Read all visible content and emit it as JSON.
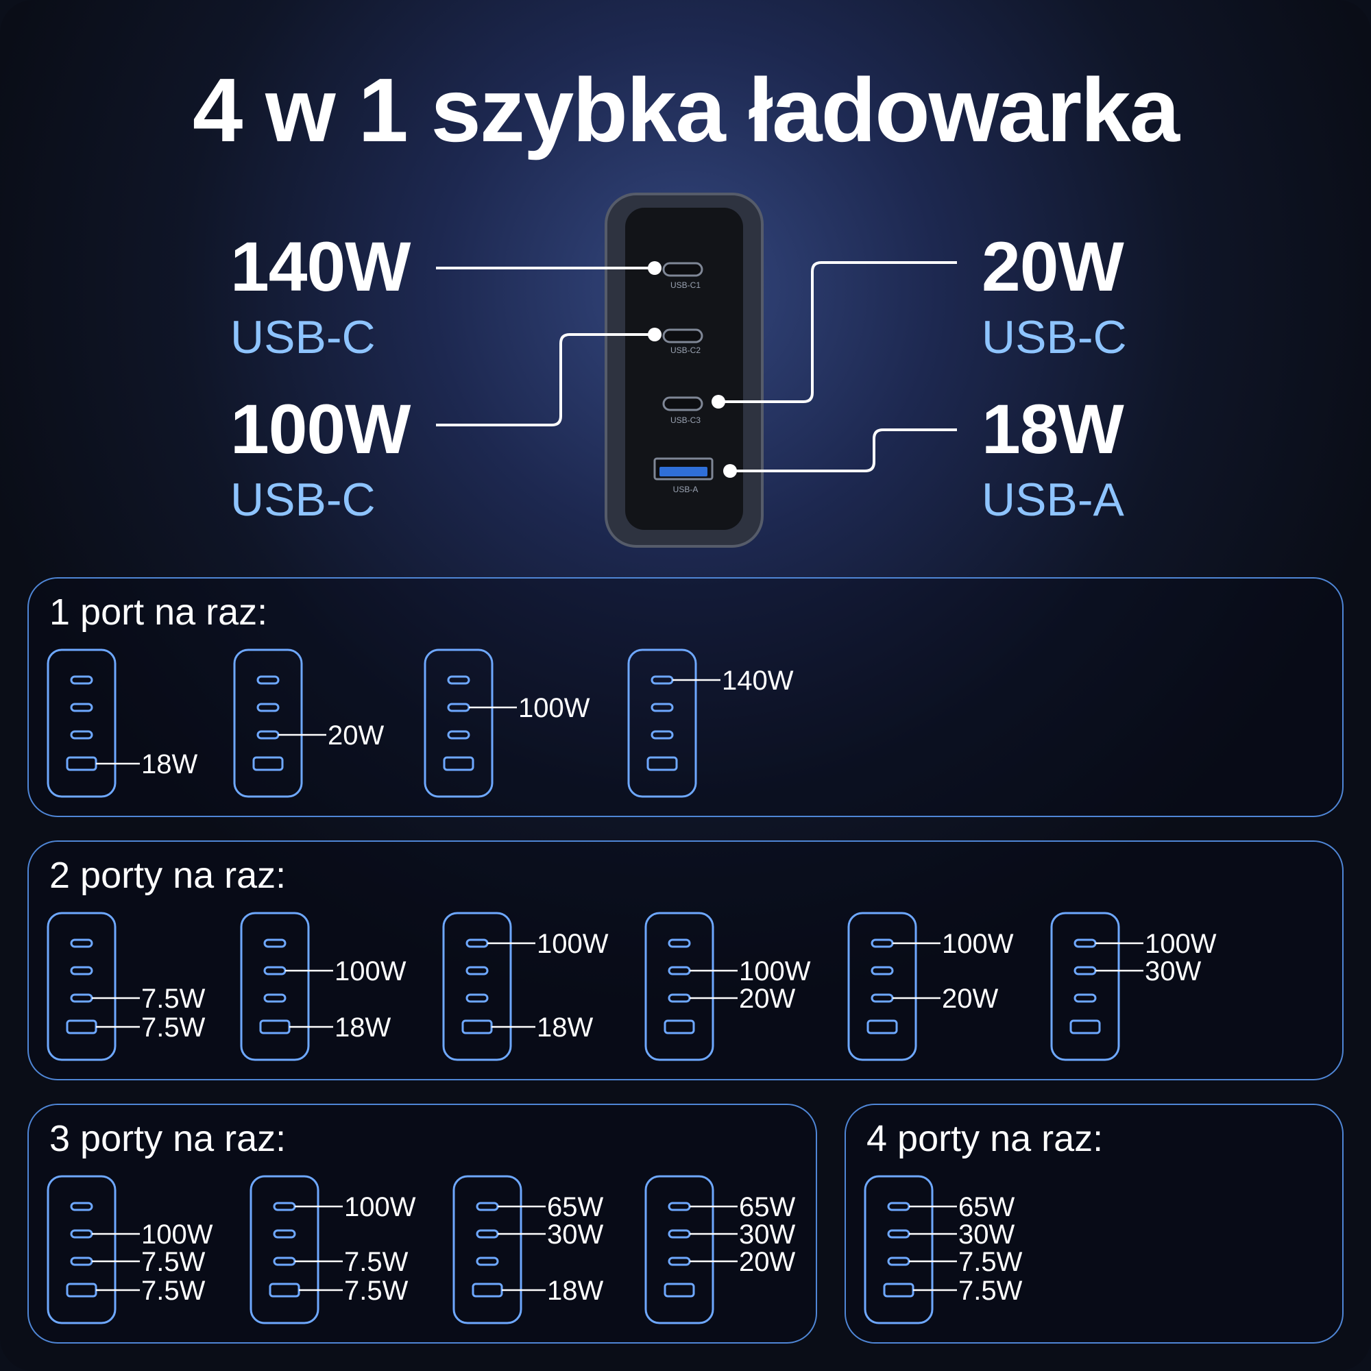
{
  "title": "4 w 1 szybka ładowarka",
  "colors": {
    "accent": "#8ec4ff",
    "outline": "#6ea8ff",
    "border": "#4f86d6"
  },
  "charger": {
    "port_labels": [
      "USB-C1",
      "USB-C2",
      "USB-C3",
      "USB-A"
    ],
    "specs": [
      {
        "watt": "140W",
        "type": "USB-C"
      },
      {
        "watt": "100W",
        "type": "USB-C"
      },
      {
        "watt": "20W",
        "type": "USB-C"
      },
      {
        "watt": "18W",
        "type": "USB-A"
      }
    ]
  },
  "sections": [
    {
      "label": "1 port na raz:",
      "configs": [
        {
          "labels": [
            "",
            "",
            "",
            "18W"
          ]
        },
        {
          "labels": [
            "",
            "",
            "20W",
            ""
          ]
        },
        {
          "labels": [
            "",
            "100W",
            "",
            ""
          ]
        },
        {
          "labels": [
            "140W",
            "",
            "",
            ""
          ]
        }
      ]
    },
    {
      "label": "2 porty na raz:",
      "configs": [
        {
          "labels": [
            "",
            "",
            "7.5W",
            "7.5W"
          ]
        },
        {
          "labels": [
            "",
            "100W",
            "",
            "18W"
          ]
        },
        {
          "labels": [
            "100W",
            "",
            "",
            "18W"
          ]
        },
        {
          "labels": [
            "",
            "100W",
            "20W",
            ""
          ]
        },
        {
          "labels": [
            "100W",
            "",
            "20W",
            ""
          ]
        },
        {
          "labels": [
            "100W",
            "30W",
            "",
            ""
          ]
        }
      ]
    },
    {
      "label": "3 porty na raz:",
      "configs": [
        {
          "labels": [
            "",
            "100W",
            "7.5W",
            "7.5W"
          ]
        },
        {
          "labels": [
            "100W",
            "",
            "7.5W",
            "7.5W"
          ]
        },
        {
          "labels": [
            "65W",
            "30W",
            "",
            "18W"
          ]
        },
        {
          "labels": [
            "65W",
            "30W",
            "20W",
            ""
          ]
        }
      ]
    },
    {
      "label": "4 porty na raz:",
      "configs": [
        {
          "labels": [
            "65W",
            "30W",
            "7.5W",
            "7.5W"
          ]
        }
      ]
    }
  ]
}
